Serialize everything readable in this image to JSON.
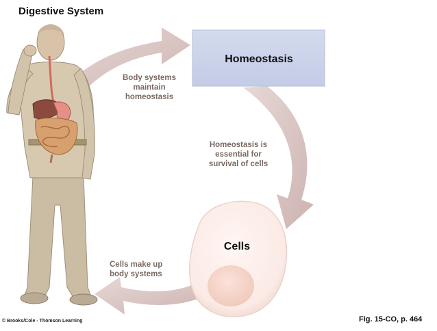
{
  "title": "Digestive System",
  "homeostasis_box": {
    "label": "Homeostasis",
    "fill": "#c8d0e8"
  },
  "captions": {
    "body_systems": [
      "Body systems",
      "maintain",
      "homeostasis"
    ],
    "homeostasis_essential": [
      "Homeostasis is",
      "essential for",
      "survival of cells"
    ],
    "cells_make_up": [
      "Cells make up",
      "body systems"
    ]
  },
  "cell": {
    "label": "Cells",
    "fill": "#fbeeea",
    "nucleus_fill": "#f6d6cb"
  },
  "arrow_color": "#d9c6c4",
  "credit": "© Brooks/Cole - Thomson Learning",
  "figure_ref": "Fig. 15-CO, p. 464"
}
